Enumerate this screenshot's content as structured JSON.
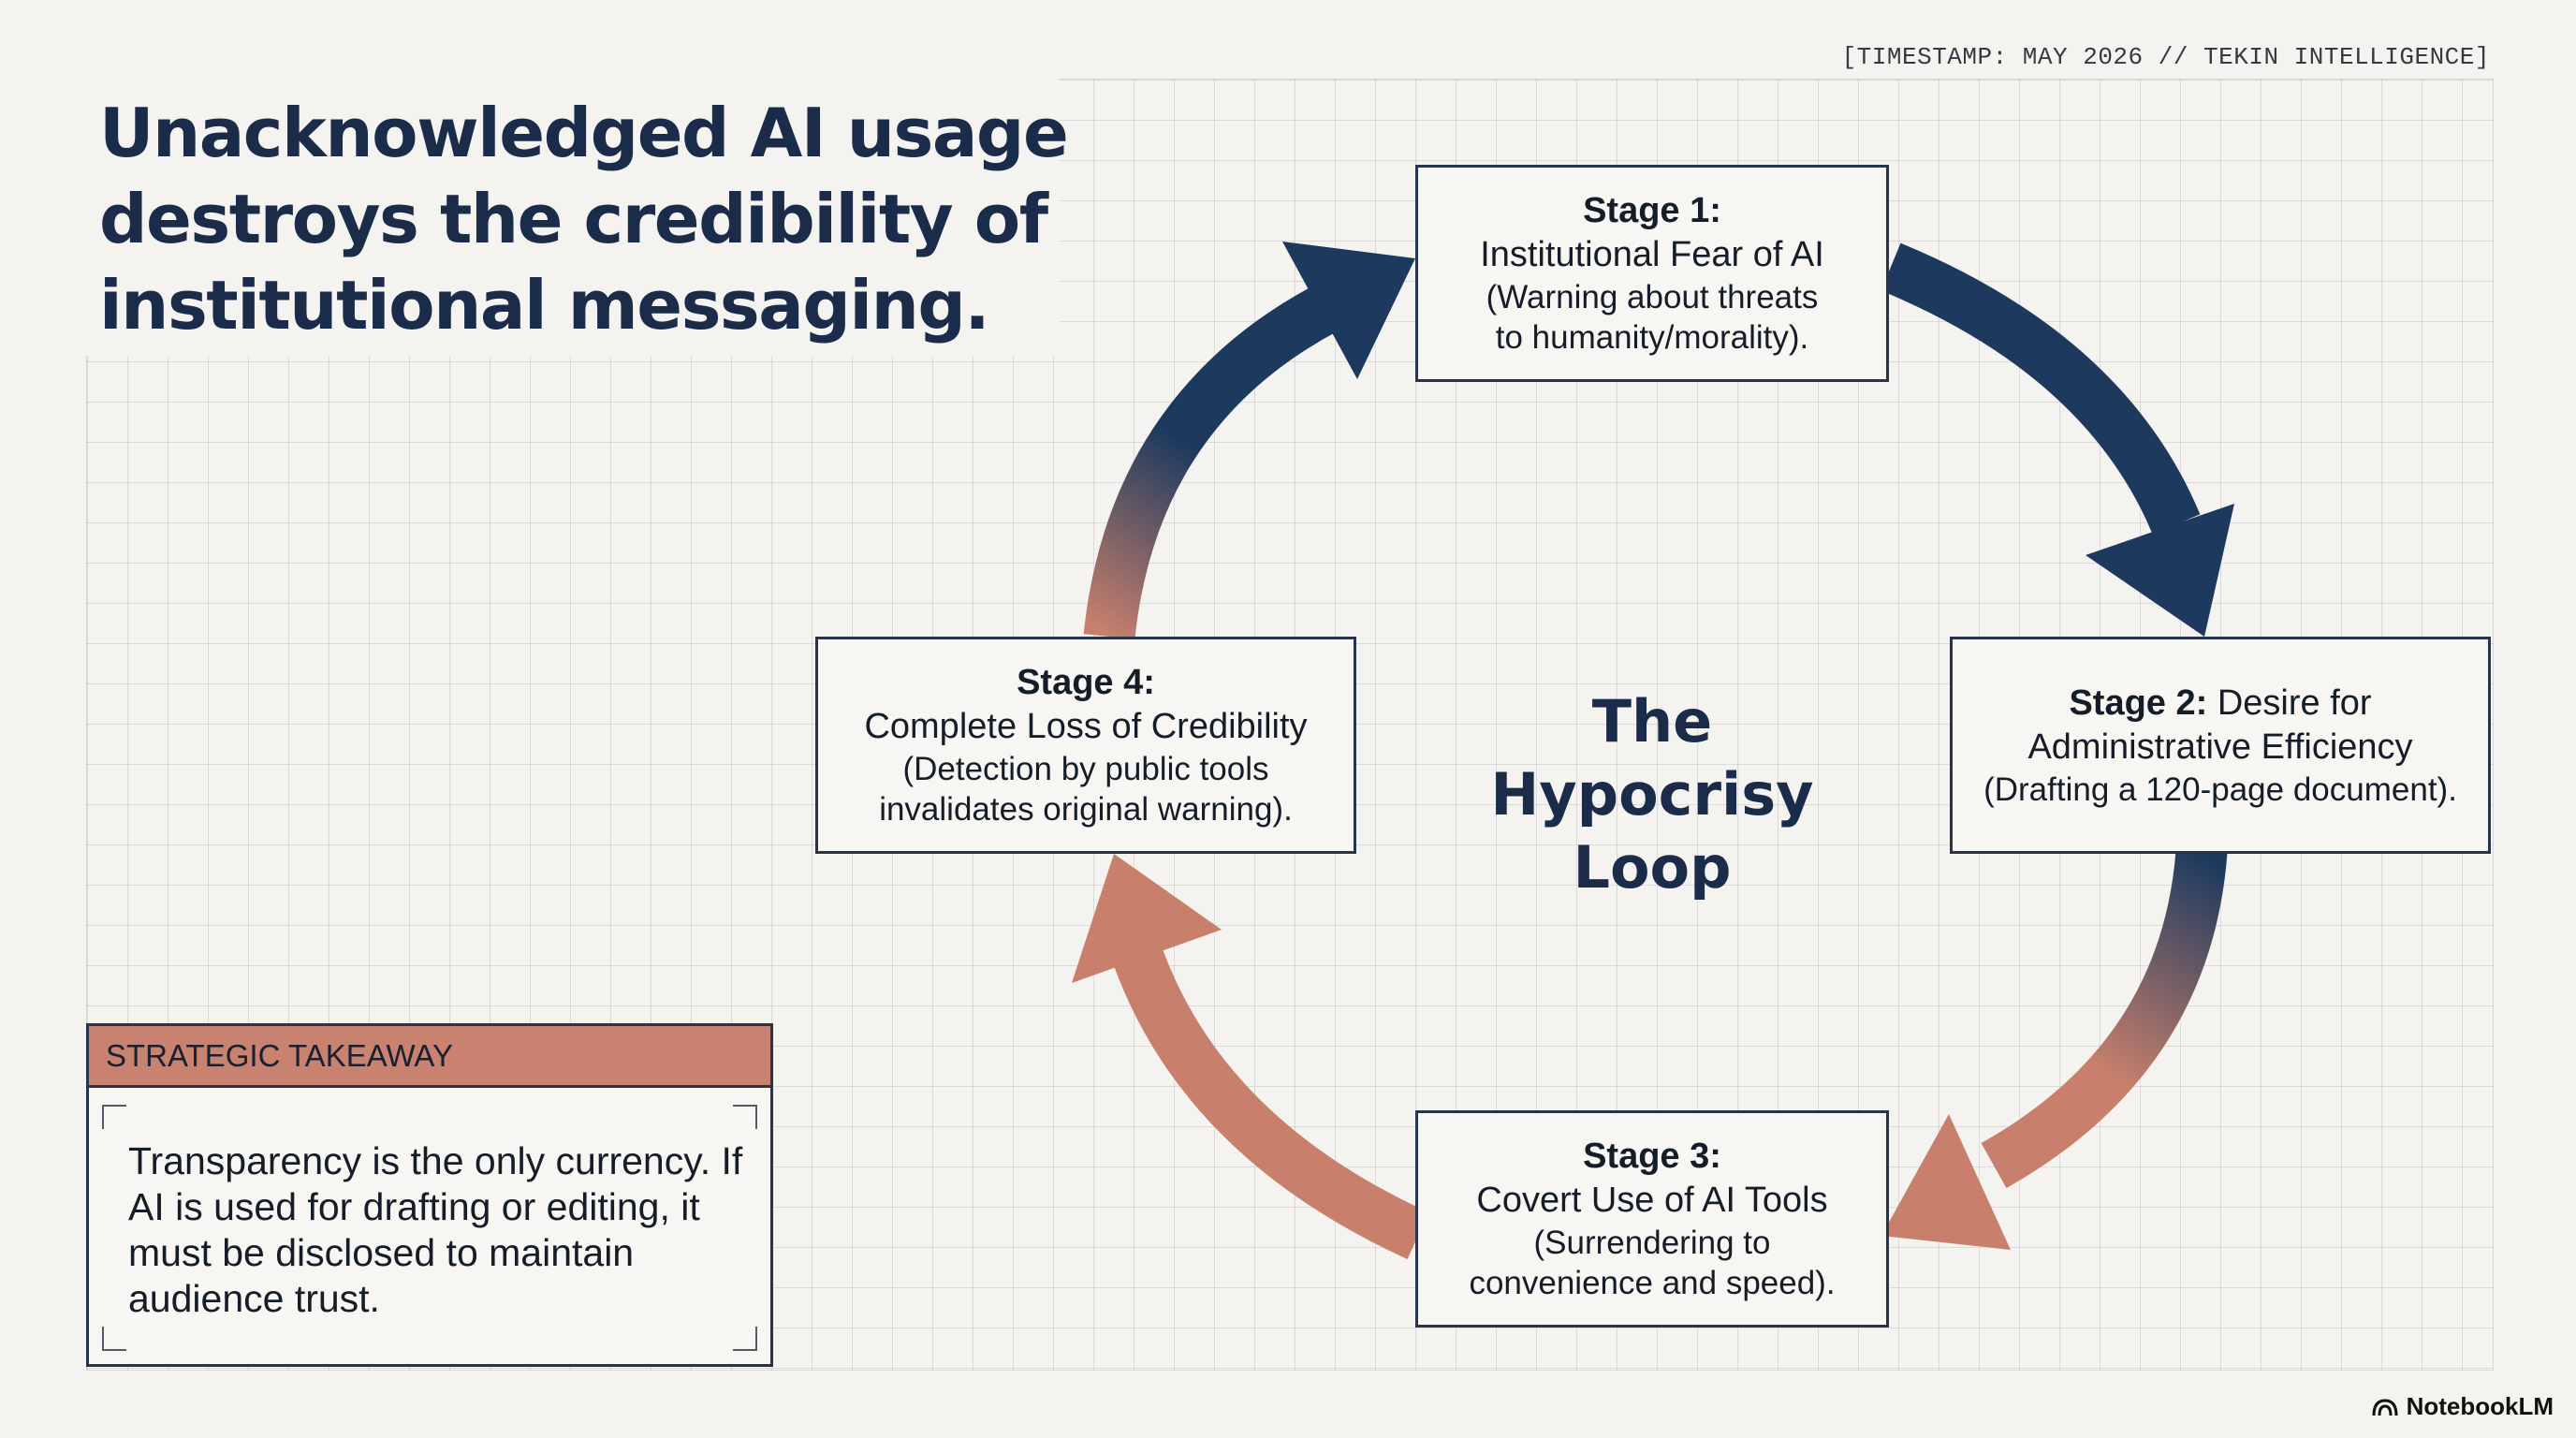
{
  "timestamp": "[TIMESTAMP: MAY 2026 // TEKIN INTELLIGENCE]",
  "headline": "Unacknowledged AI usage destroys the credibility of institutional messaging.",
  "loop_title": "The Hypocrisy Loop",
  "stages": [
    {
      "title": "Stage 1:",
      "name": "Institutional Fear of AI",
      "description": "(Warning about threats to humanity/morality)."
    },
    {
      "title": "Stage 2:",
      "name": "Desire for Administrative Efficiency",
      "description": "(Drafting a 120-page document)."
    },
    {
      "title": "Stage 3:",
      "name": "Covert Use of AI Tools",
      "description": "(Surrendering to convenience and speed)."
    },
    {
      "title": "Stage 4:",
      "name": "Complete Loss of Credibility",
      "description": "(Detection by public tools invalidates original warning)."
    }
  ],
  "takeaway": {
    "header": "STRATEGIC TAKEAWAY",
    "body": "Transparency is the only currency. If AI is used for drafting or editing, it must be disclosed to maintain audience trust."
  },
  "brand": "NotebookLM",
  "colors": {
    "navy": "#1d3a5e",
    "terracotta": "#c8806c",
    "ink": "#1b2c4b"
  },
  "icons": [
    "arrow-1-to-2-icon",
    "arrow-2-to-3-icon",
    "arrow-3-to-4-icon",
    "arrow-4-to-1-icon",
    "notebooklm-logo-icon"
  ]
}
